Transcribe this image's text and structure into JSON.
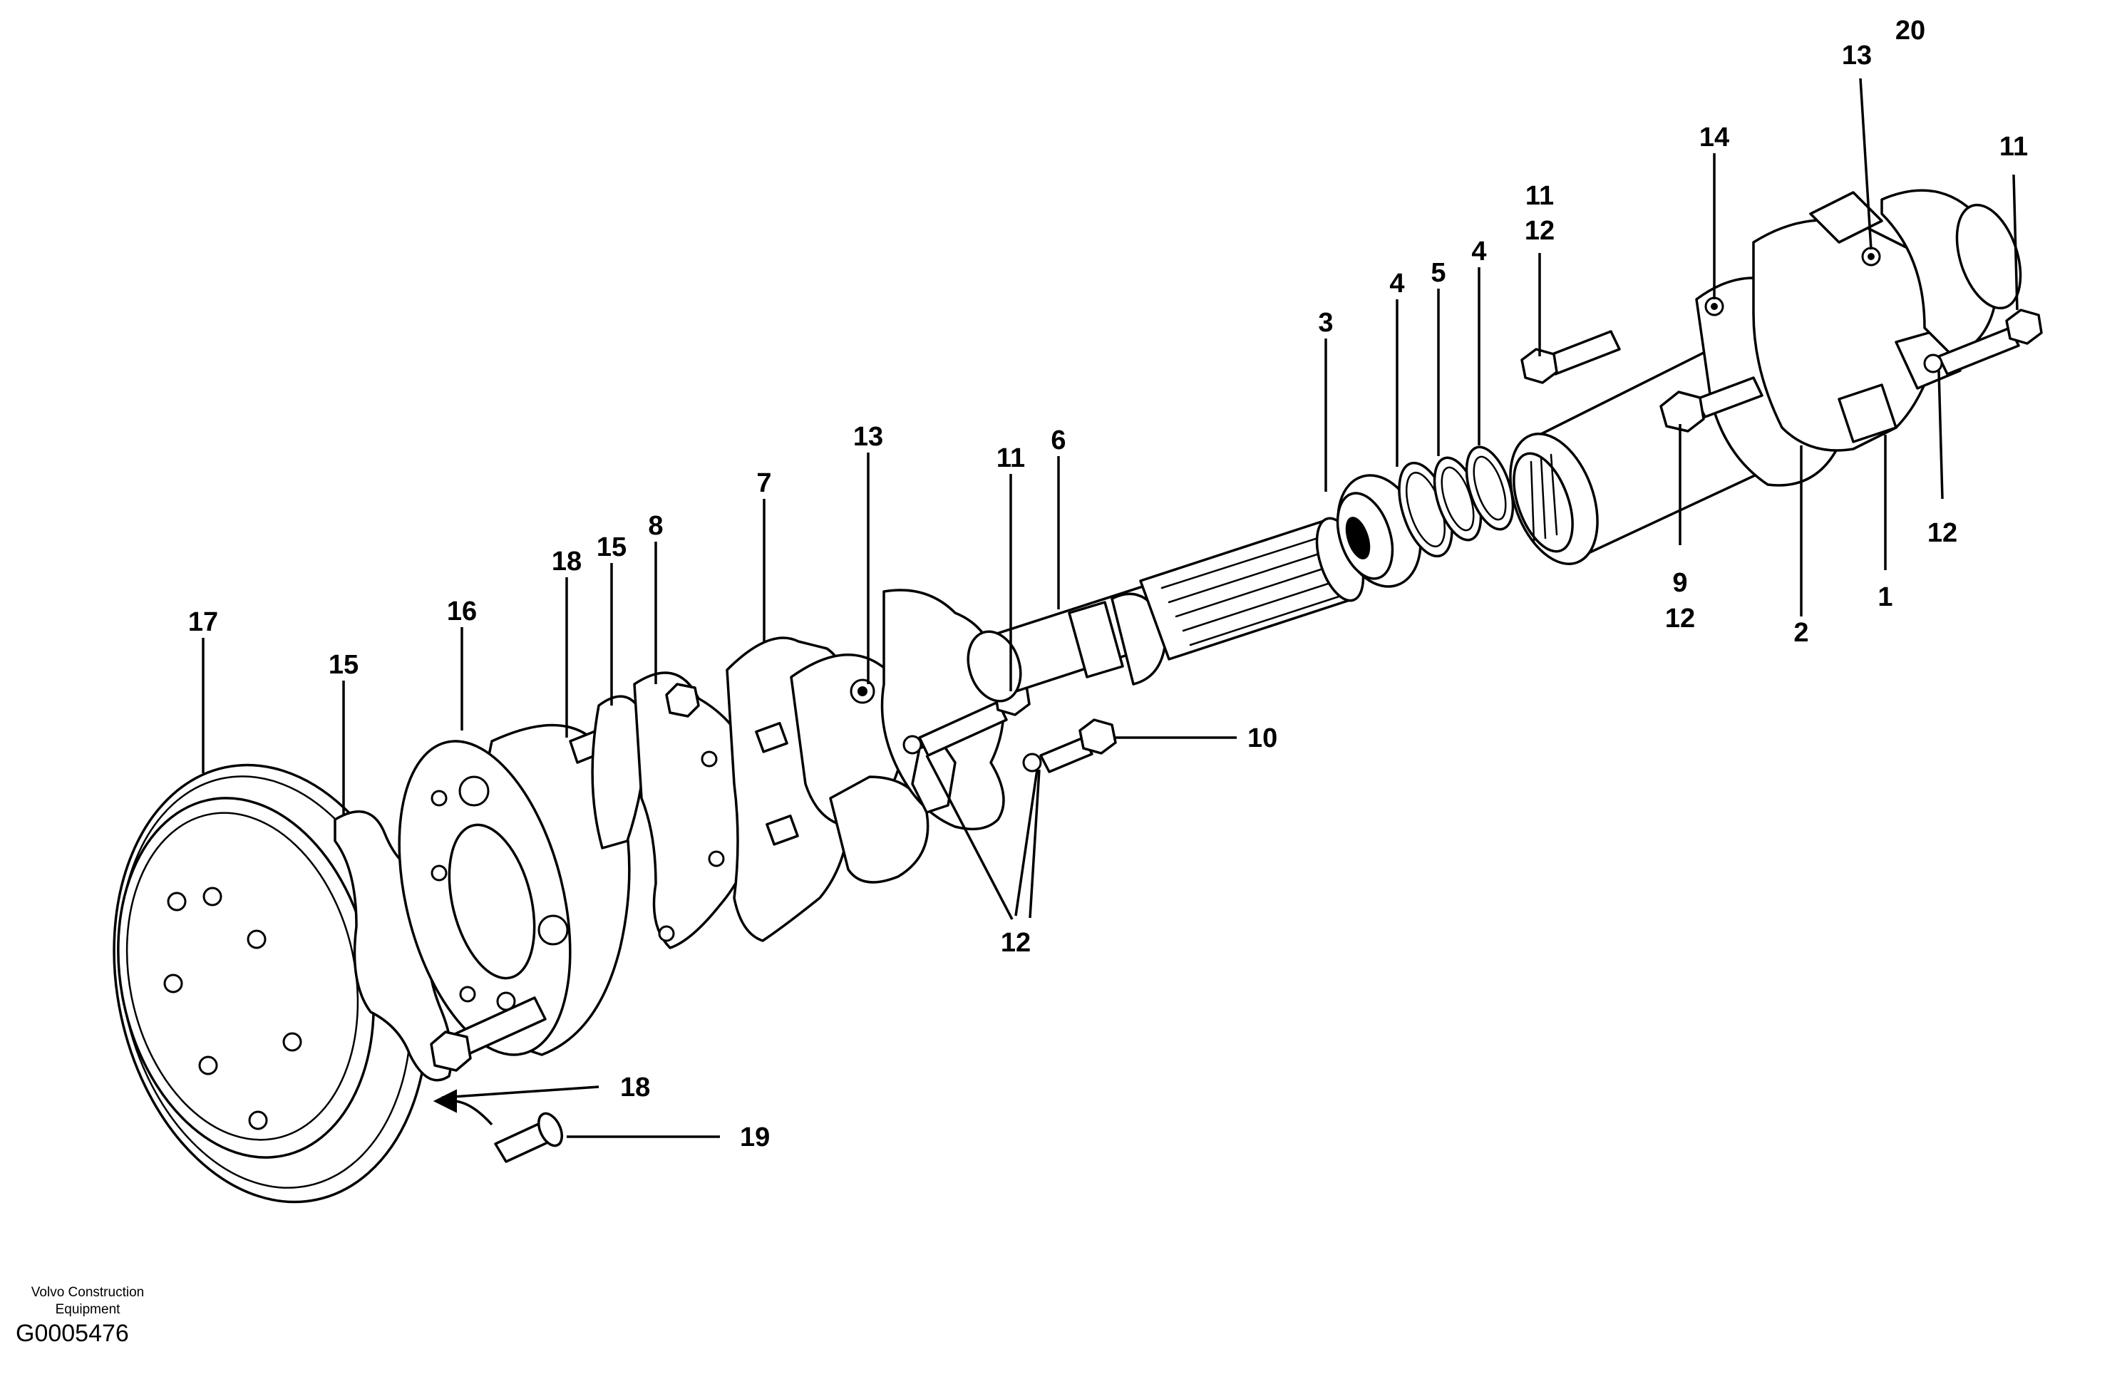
{
  "footer": {
    "brand_line1": "Volvo Construction",
    "brand_line2": "Equipment",
    "drawing_code": "G0005476"
  },
  "callouts": {
    "c1": "1",
    "c2": "2",
    "c3": "3",
    "c4a": "4",
    "c4b": "4",
    "c5": "5",
    "c6": "6",
    "c7": "7",
    "c8": "8",
    "c9": "9",
    "c9_12": "12",
    "c10": "10",
    "c11_top": "11",
    "c11_12": "12",
    "c11_right": "11",
    "c11_mid": "11",
    "c12_right": "12",
    "c12_bottom": "12",
    "c13_top": "13",
    "c13_mid": "13",
    "c14": "14",
    "c15_left": "15",
    "c15_mid": "15",
    "c16": "16",
    "c17": "17",
    "c18_top": "18",
    "c18_bottom": "18",
    "c19": "19",
    "c20": "20"
  }
}
